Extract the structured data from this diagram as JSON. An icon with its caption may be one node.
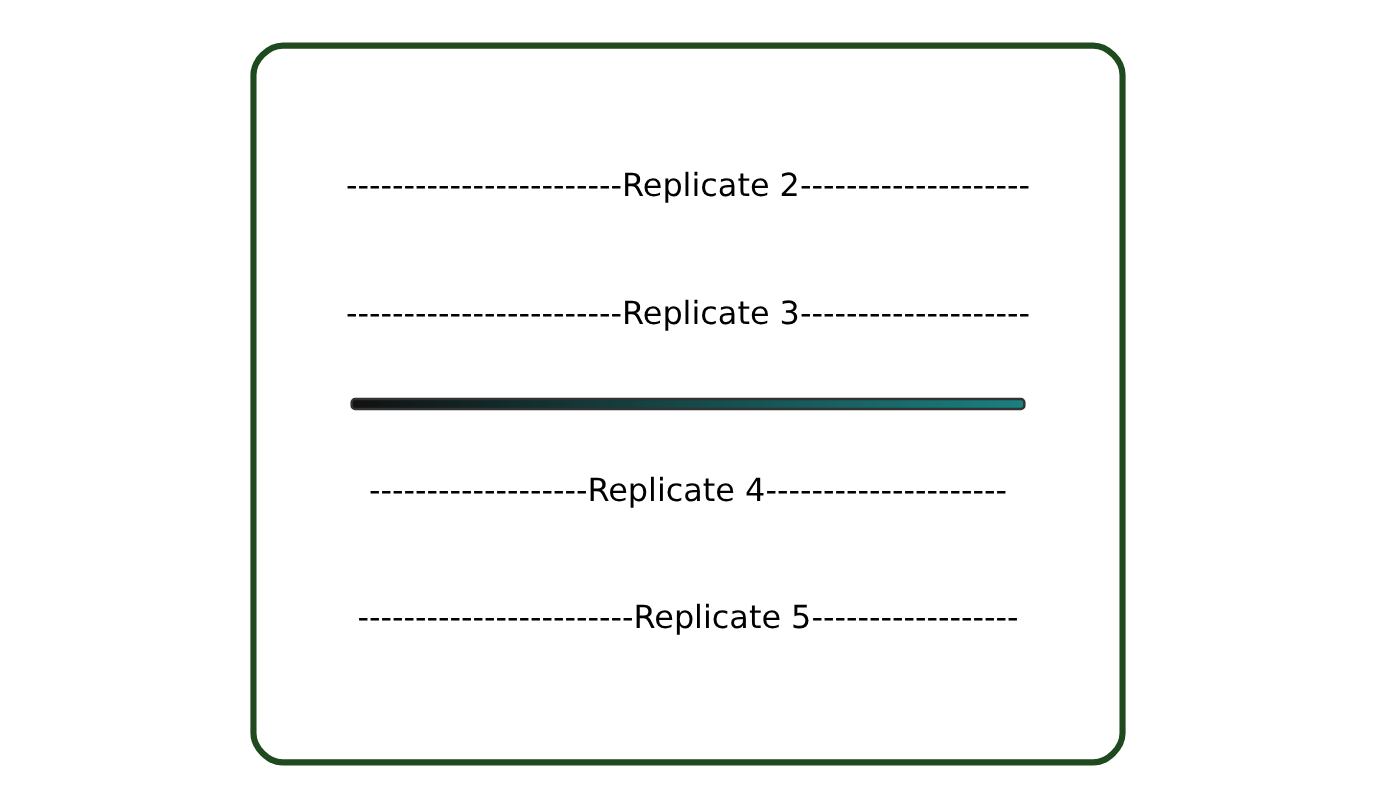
{
  "diagram": {
    "nodes": [
      {
        "text": [],
        "shape": "cloud"
      },
      {
        "text": [],
        "shape": "bar",
        "in": 0
      }
    ],
    "labels": [
      "------------------------Replicate 2--------------------",
      "------------------------Replicate 3--------------------",
      "-------------------Replicate 4---------------------",
      "------------------------Replicate 5------------------"
    ]
  }
}
